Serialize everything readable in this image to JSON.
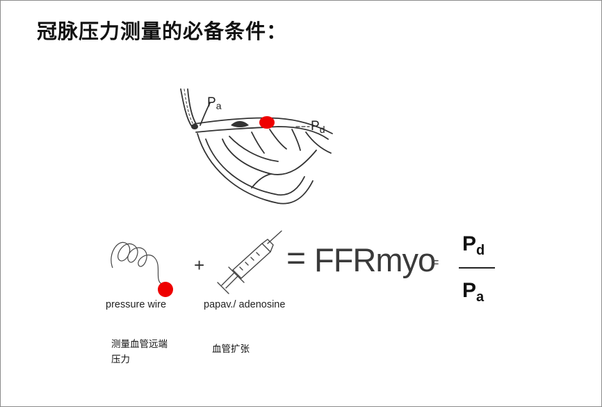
{
  "slide": {
    "title": "冠脉压力测量的必备条件："
  },
  "diagram": {
    "label_pa": "P",
    "label_pa_sub": "a",
    "label_pd": "P",
    "label_pd_sub": "d"
  },
  "equation": {
    "wire_label": "pressure wire",
    "plus": "+",
    "syringe_label": "papav./ adenosine",
    "equals_big": "=",
    "result": "FFRmyo",
    "equals_small": "=",
    "numerator": "P",
    "numerator_sub": "d",
    "denominator": "P",
    "denominator_sub": "a"
  },
  "notes": {
    "wire_note": "测量血管远端压力",
    "syringe_note": "血管扩张"
  },
  "colors": {
    "marker": "#ee0000",
    "line_art": "#333333"
  }
}
